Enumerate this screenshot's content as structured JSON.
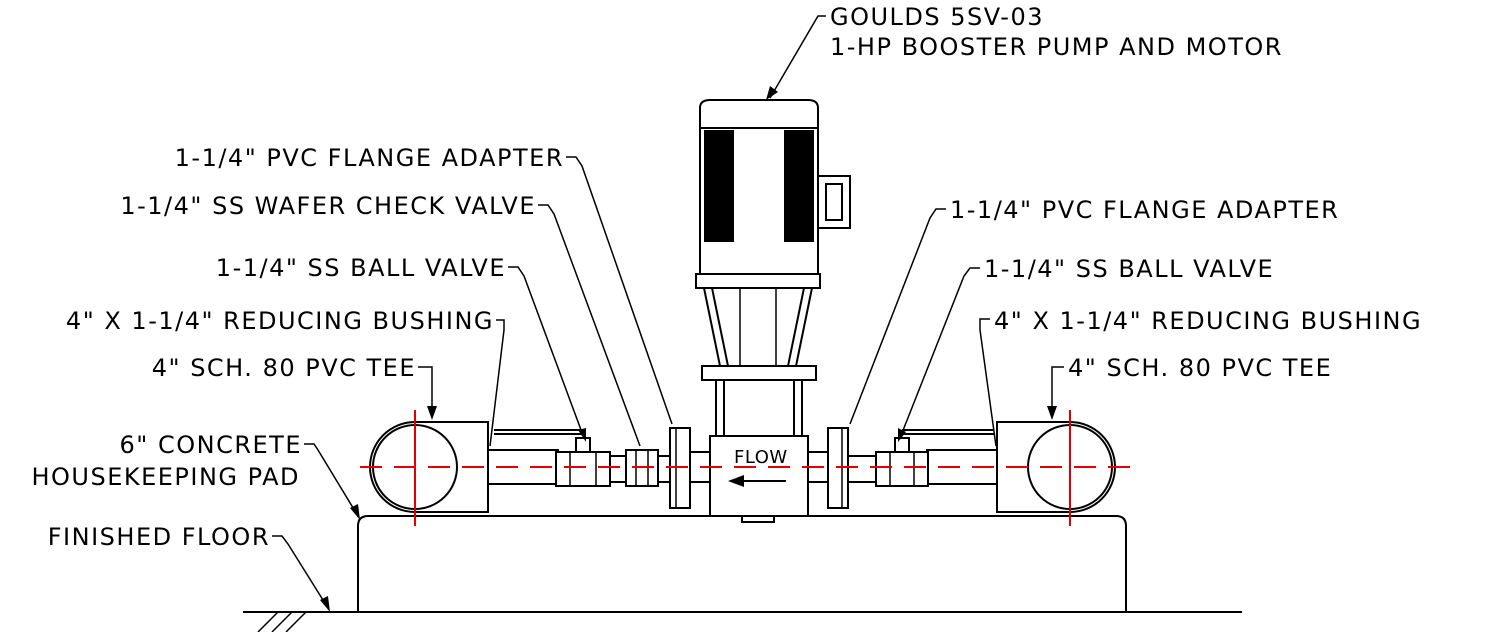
{
  "labels": {
    "pump_line1": "GOULDS 5SV-03",
    "pump_line2": "1-HP BOOSTER PUMP AND MOTOR",
    "left_flange_adapter": "1-1/4\" PVC FLANGE ADAPTER",
    "left_check_valve": "1-1/4\" SS WAFER CHECK VALVE",
    "left_ball_valve": "1-1/4\" SS BALL VALVE",
    "left_reducing_bushing": "4\" X 1-1/4\" REDUCING BUSHING",
    "left_tee": "4\" SCH. 80 PVC TEE",
    "pad_line1": "6\" CONCRETE",
    "pad_line2": "HOUSEKEEPING PAD",
    "floor": "FINISHED FLOOR",
    "right_flange_adapter": "1-1/4\" PVC FLANGE ADAPTER",
    "right_ball_valve": "1-1/4\" SS BALL VALVE",
    "right_reducing_bushing": "4\" X 1-1/4\" REDUCING BUSHING",
    "right_tee": "4\" SCH. 80 PVC TEE",
    "flow": "FLOW"
  },
  "colors": {
    "linework": "#000000",
    "centerline": "#e00000",
    "background": "#ffffff"
  }
}
